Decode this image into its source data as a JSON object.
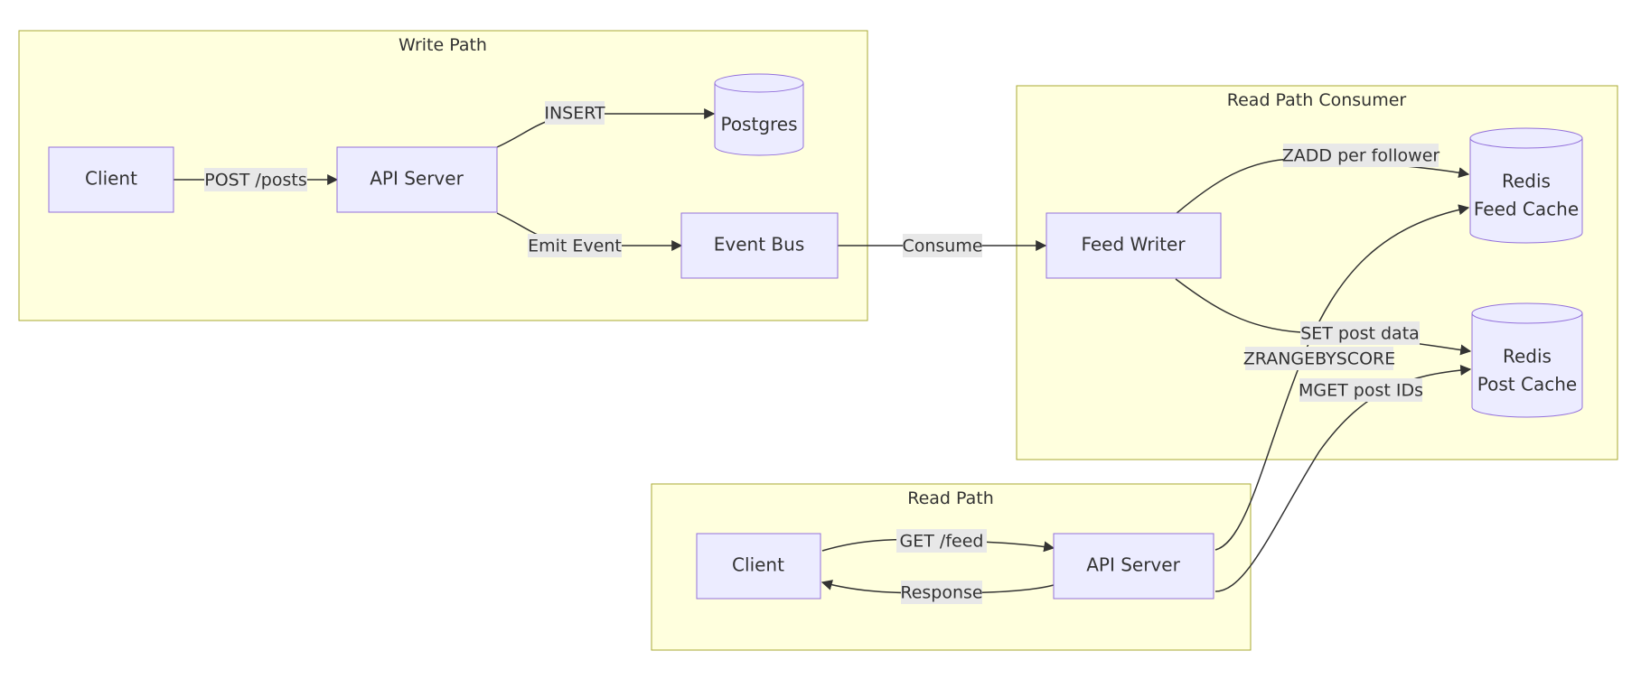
{
  "clusters": {
    "write_path": "Write Path",
    "read_consumer": "Read Path Consumer",
    "read_path": "Read Path"
  },
  "nodes": {
    "client_w": "Client",
    "api_w": "API Server",
    "postgres": "Postgres",
    "event_bus": "Event Bus",
    "feed_writer": "Feed Writer",
    "redis_feed": [
      "Redis",
      "Feed Cache"
    ],
    "redis_post": [
      "Redis",
      "Post Cache"
    ],
    "client_r": "Client",
    "api_r": "API Server"
  },
  "edges": {
    "post_posts": "POST /posts",
    "insert": "INSERT",
    "emit_event": "Emit Event",
    "consume": "Consume",
    "zadd": "ZADD per follower",
    "set_post": "SET post data",
    "zrange": "ZRANGEBYSCORE",
    "mget": "MGET post IDs",
    "get_feed": "GET /feed",
    "response": "Response"
  },
  "colors": {
    "cluster_fill": "#ffffde",
    "cluster_stroke": "#aaaa33",
    "node_fill": "#ececff",
    "node_stroke": "#9370db",
    "edge": "#333333",
    "label_bg": "#e8e8e8"
  }
}
